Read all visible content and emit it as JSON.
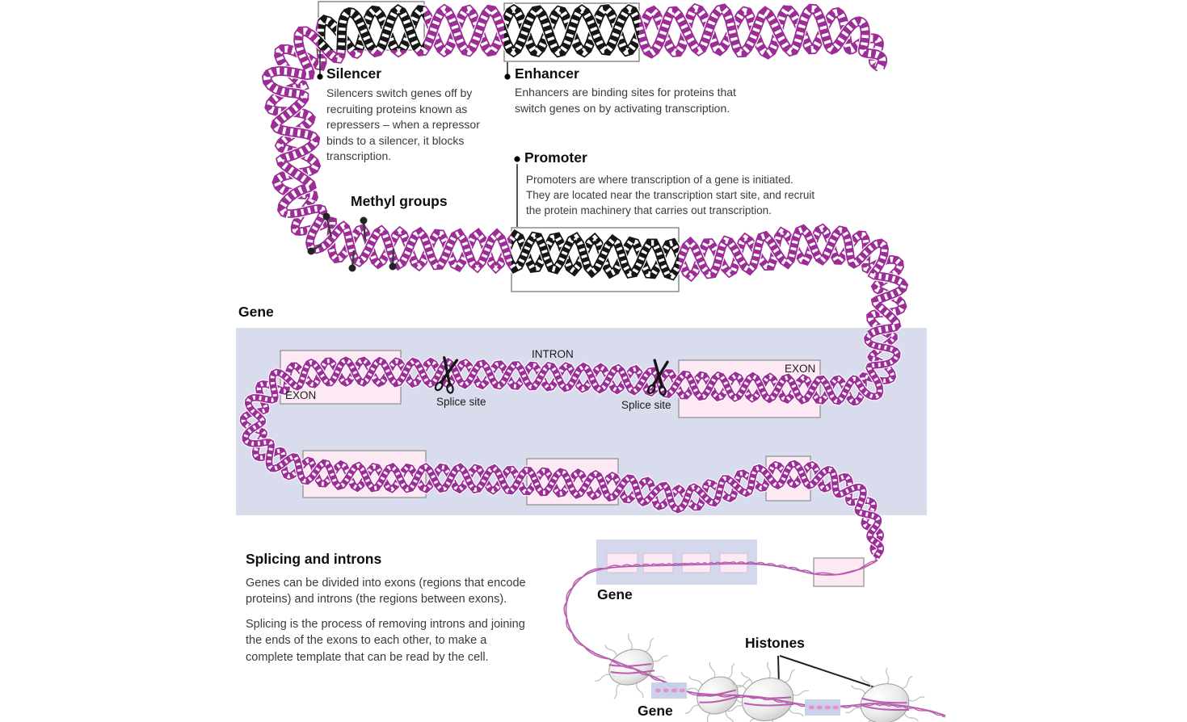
{
  "colors": {
    "dna_purple": "#9c2d96",
    "dna_black": "#161616",
    "gene_band": "#d9dcec",
    "exon_fill": "#fce9f3",
    "exon_border": "#8d8d8d",
    "outline_box_border": "#6f6f6f",
    "mini_band": "#d3d8ec",
    "dash_band": "#c7cfe9",
    "dash_pink": "#e98fc6",
    "string_pink": "#b75fae",
    "text_dark": "#111111",
    "text_body": "#3a3a3a"
  },
  "silencer": {
    "title": "Silencer",
    "body": "Silencers switch genes off by\nrecruiting proteins known as\nrepressers – when a repressor\nbinds to a silencer, it blocks\ntranscription."
  },
  "enhancer": {
    "title": "Enhancer",
    "body": "Enhancers are binding sites for proteins that\nswitch genes on by activating transcription."
  },
  "promoter": {
    "title": "Promoter",
    "body": "Promoters are where transcription of a gene is initiated.\nThey are located near the transcription start site, and recruit\nthe protein machinery that carries out transcription."
  },
  "methyl_groups": {
    "label": "Methyl groups"
  },
  "gene_region": {
    "label": "Gene"
  },
  "exons": {
    "left": "EXON",
    "right": "EXON",
    "intron": "INTRON",
    "splice_left": "Splice site",
    "splice_right": "Splice site"
  },
  "splicing": {
    "title": "Splicing and introns",
    "para1": "Genes can be divided into exons (regions that encode\nproteins) and introns (the regions between exons).",
    "para2": "Splicing is the process of removing introns and joining\nthe ends of the exons to each other, to make a\ncomplete template that can be read by the cell."
  },
  "compact_gene": {
    "label": "Gene"
  },
  "histones": {
    "label": "Histones"
  },
  "bottom_gene": {
    "label": "Gene"
  }
}
